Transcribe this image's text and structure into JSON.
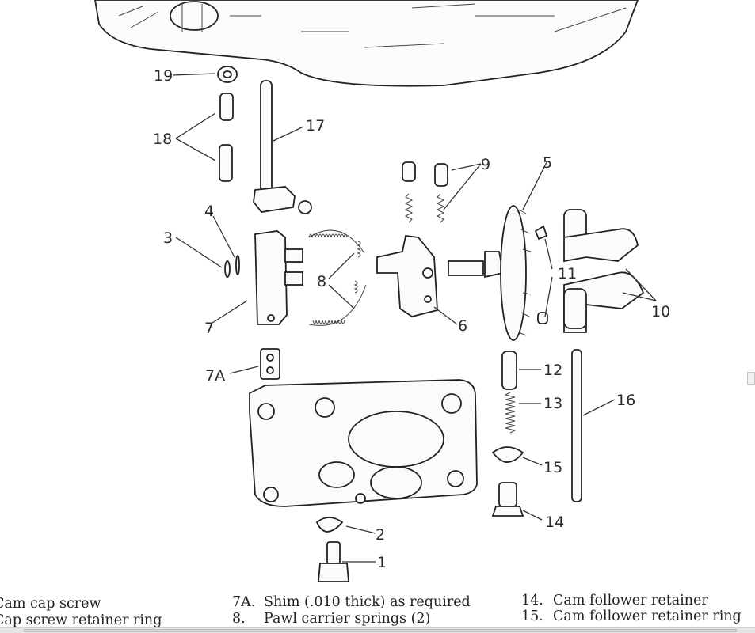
{
  "figure": {
    "callouts": [
      "19",
      "18",
      "17",
      "9",
      "5",
      "4",
      "3",
      "8",
      "11",
      "10",
      "7",
      "6",
      "7A",
      "12",
      "16",
      "13",
      "15",
      "2",
      "14",
      "1"
    ]
  },
  "legend": {
    "col1": [
      {
        "text": "Cam cap screw"
      },
      {
        "text": "Cap screw retainer ring"
      }
    ],
    "col2": [
      {
        "num": "7A.",
        "text": "Shim (.010 thick) as required"
      },
      {
        "num": "8.",
        "text": "Pawl carrier springs (2)"
      }
    ],
    "col3": [
      {
        "num": "14.",
        "text": "Cam follower retainer"
      },
      {
        "num": "15.",
        "text": "Cam follower retainer ring"
      }
    ]
  }
}
